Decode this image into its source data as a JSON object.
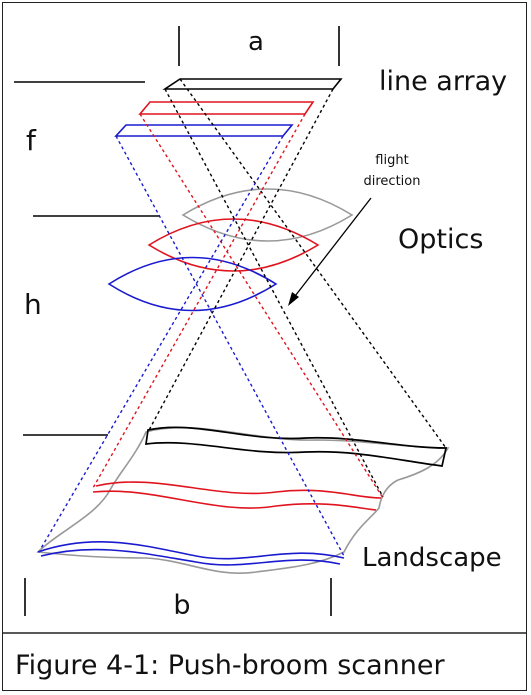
{
  "labels": {
    "a": "a",
    "b": "b",
    "f": "f",
    "h": "h",
    "line_array": "line array",
    "flight_direction_line1": "flight",
    "flight_direction_line2": "direction",
    "optics": "Optics",
    "landscape": "Landscape"
  },
  "caption": "Figure 4-1: Push-broom scanner",
  "colors": {
    "black": "#000000",
    "red": "#e0141e",
    "blue": "#1a1ad0",
    "gray": "#999999"
  }
}
